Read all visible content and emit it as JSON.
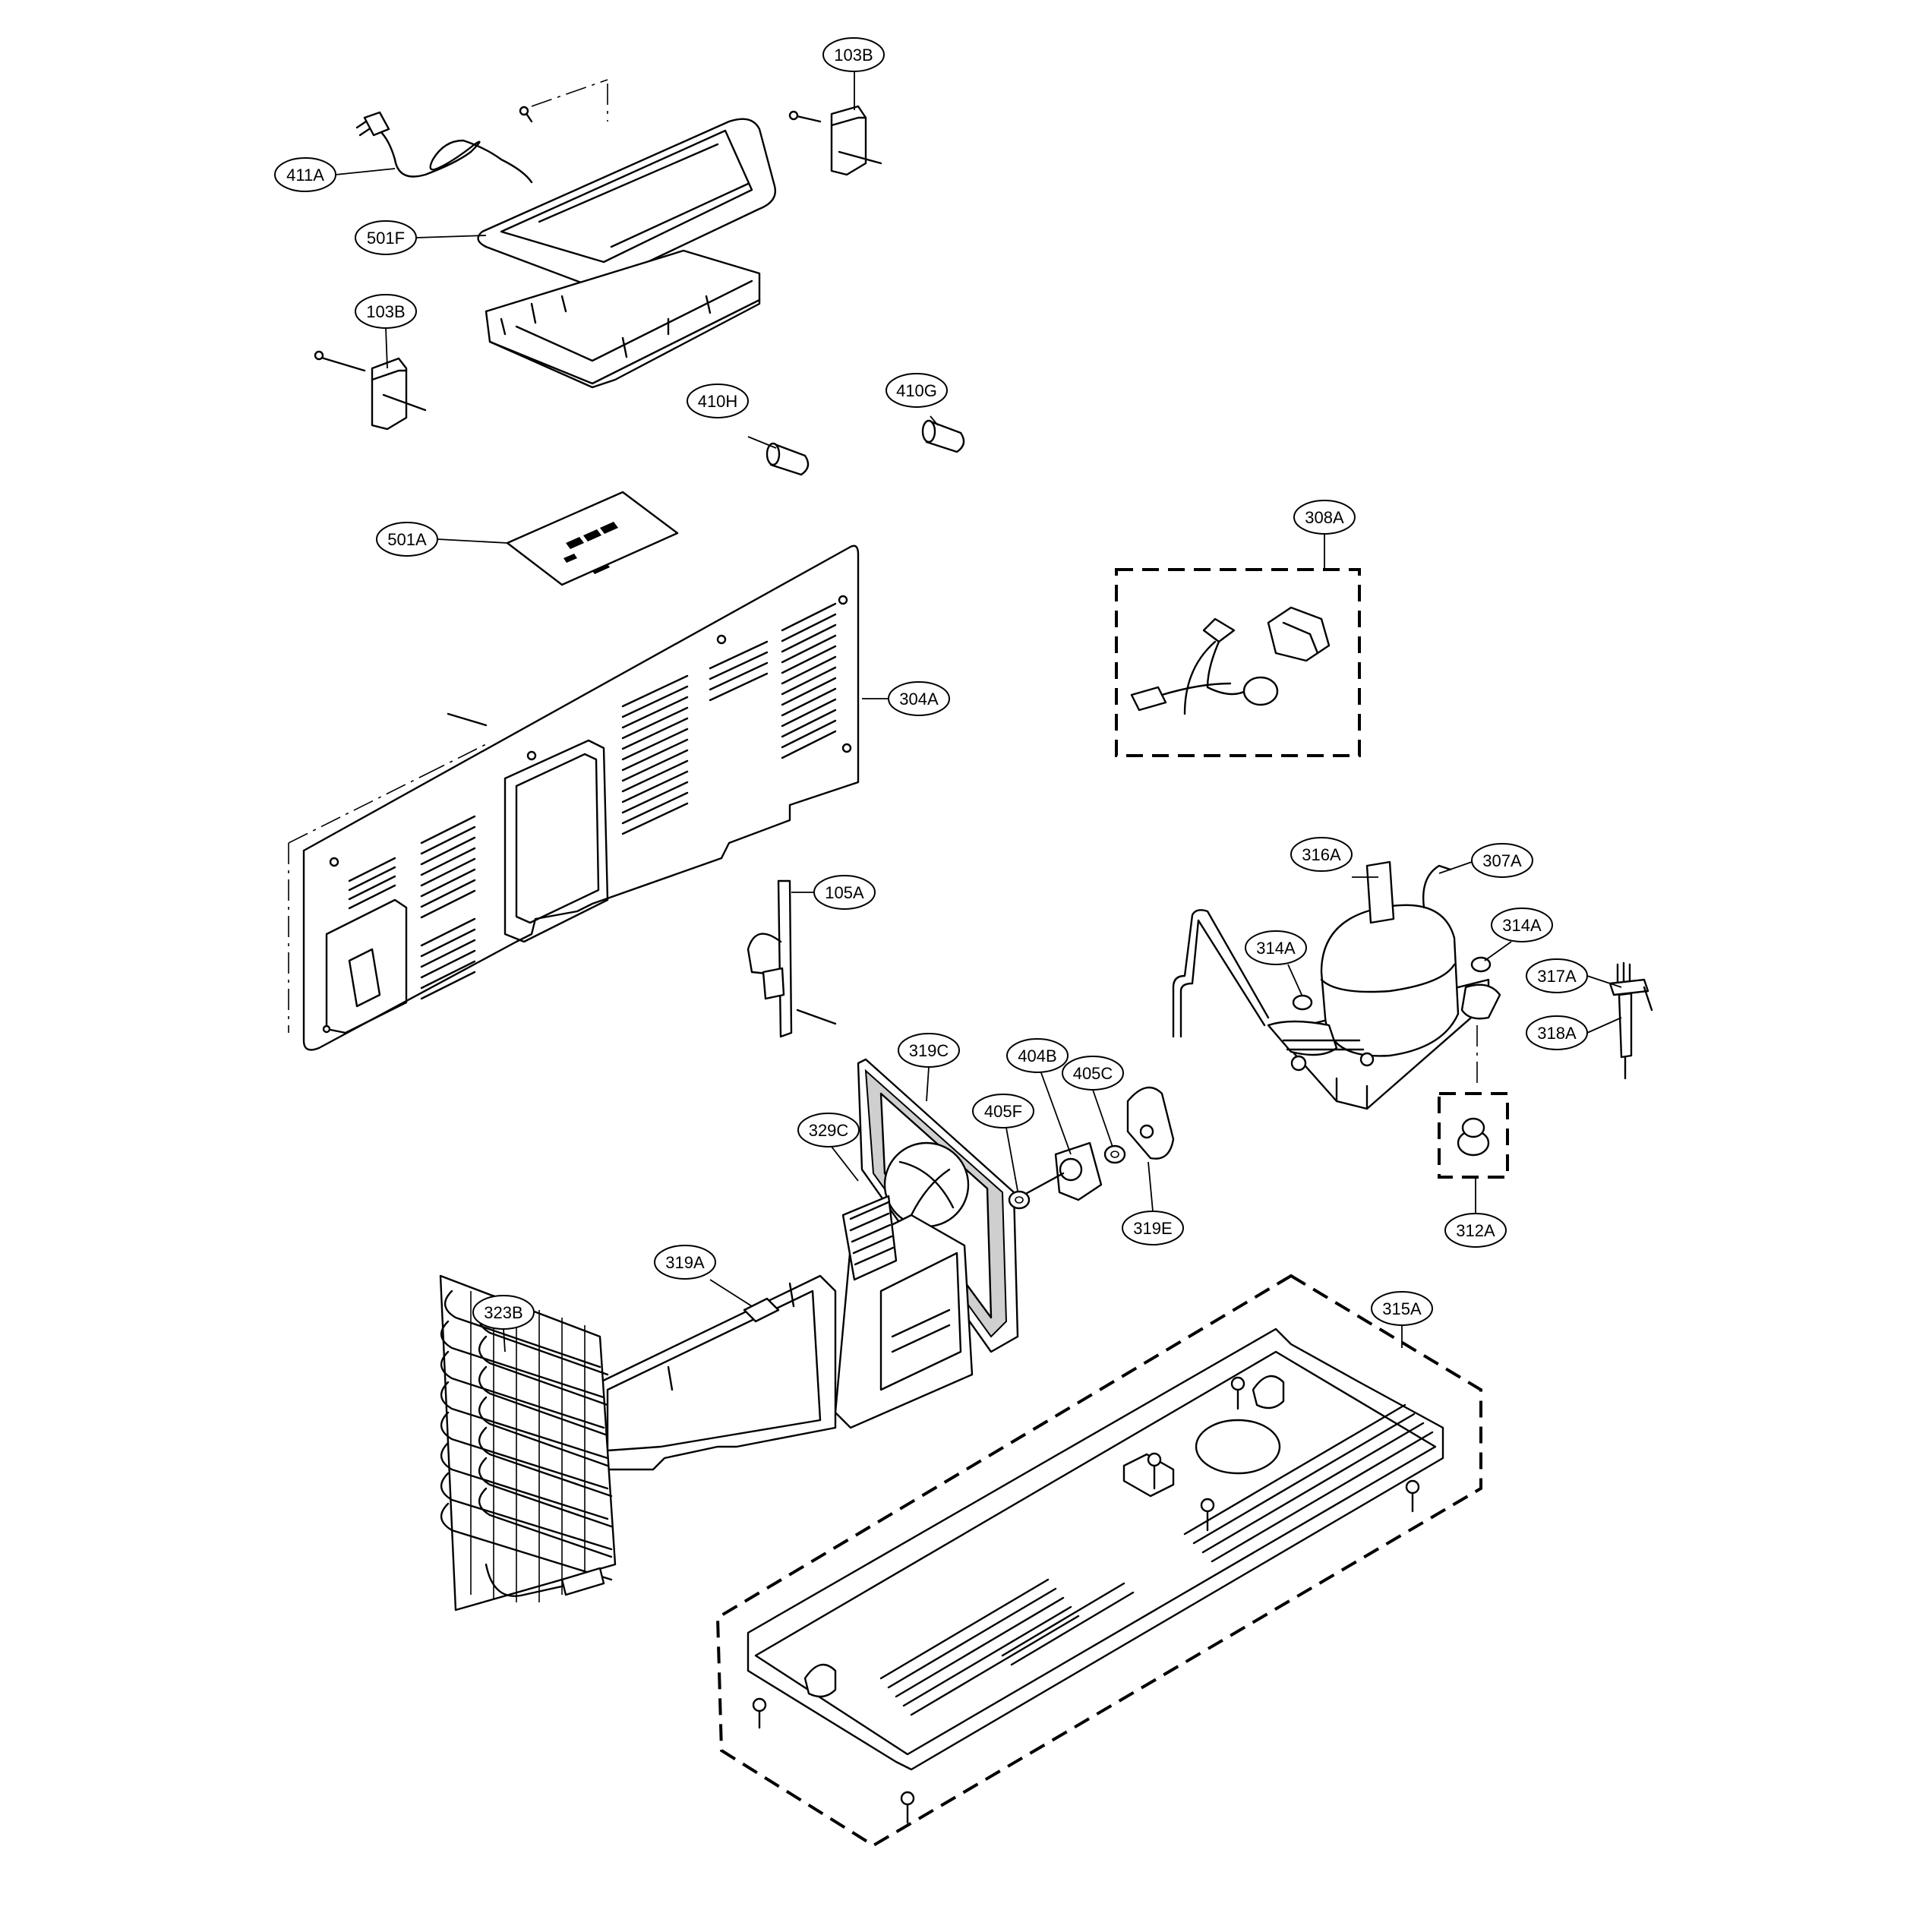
{
  "callouts": [
    {
      "id": "c103B-top",
      "label": "103B"
    },
    {
      "id": "c411A",
      "label": "411A"
    },
    {
      "id": "c501F",
      "label": "501F"
    },
    {
      "id": "c103B-left",
      "label": "103B"
    },
    {
      "id": "c410H",
      "label": "410H"
    },
    {
      "id": "c410G",
      "label": "410G"
    },
    {
      "id": "c501A",
      "label": "501A"
    },
    {
      "id": "c308A",
      "label": "308A"
    },
    {
      "id": "c304A",
      "label": "304A"
    },
    {
      "id": "c105A",
      "label": "105A"
    },
    {
      "id": "c316A",
      "label": "316A"
    },
    {
      "id": "c307A",
      "label": "307A"
    },
    {
      "id": "c314A-left",
      "label": "314A"
    },
    {
      "id": "c314A-right",
      "label": "314A"
    },
    {
      "id": "c317A",
      "label": "317A"
    },
    {
      "id": "c318A",
      "label": "318A"
    },
    {
      "id": "c319C",
      "label": "319C"
    },
    {
      "id": "c404B",
      "label": "404B"
    },
    {
      "id": "c405C",
      "label": "405C"
    },
    {
      "id": "c405F",
      "label": "405F"
    },
    {
      "id": "c329C",
      "label": "329C"
    },
    {
      "id": "c319E",
      "label": "319E"
    },
    {
      "id": "c312A",
      "label": "312A"
    },
    {
      "id": "c319A",
      "label": "319A"
    },
    {
      "id": "c315A",
      "label": "315A"
    },
    {
      "id": "c323B",
      "label": "323B"
    }
  ]
}
